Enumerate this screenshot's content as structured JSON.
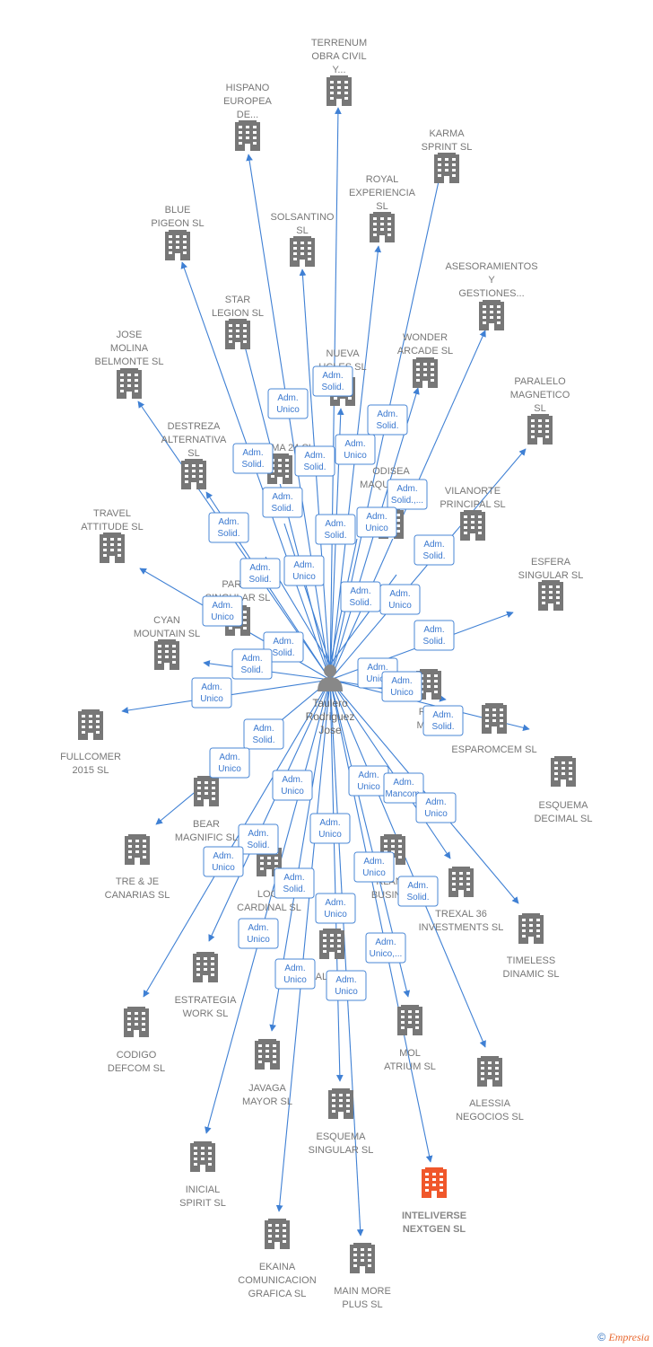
{
  "center": {
    "label_lines": [
      "Taulero",
      "Rodriguez",
      "Jose"
    ],
    "icon": "person-icon"
  },
  "colors": {
    "edge": "#3f80d4",
    "building": "#777777",
    "highlight": "#f0572b"
  },
  "companies": [
    {
      "id": "terrenum",
      "lines": [
        "TERRENUM",
        "OBRA CIVIL",
        "Y..."
      ]
    },
    {
      "id": "hispano",
      "lines": [
        "HISPANO",
        "EUROPEA",
        "DE..."
      ]
    },
    {
      "id": "karma",
      "lines": [
        "KARMA",
        "SPRINT  SL"
      ]
    },
    {
      "id": "royal",
      "lines": [
        "ROYAL",
        "EXPERIENCIA",
        "SL"
      ]
    },
    {
      "id": "blue",
      "lines": [
        "BLUE",
        "PIGEON  SL"
      ]
    },
    {
      "id": "solsantino",
      "lines": [
        "SOLSANTINO",
        "SL"
      ]
    },
    {
      "id": "asesoramientos",
      "lines": [
        "ASESORAMIENTOS",
        "Y",
        "GESTIONES..."
      ]
    },
    {
      "id": "star",
      "lines": [
        "STAR",
        "LEGION  SL"
      ]
    },
    {
      "id": "jose",
      "lines": [
        "JOSE",
        "MOLINA",
        "BELMONTE  SL"
      ]
    },
    {
      "id": "nueva",
      "lines": [
        "NUEVA",
        "UCLES  SL"
      ]
    },
    {
      "id": "wonder",
      "lines": [
        "WONDER",
        "ARCADE  SL"
      ]
    },
    {
      "id": "paralelo",
      "lines": [
        "PARALELO",
        "MAGNETICO",
        "SL"
      ]
    },
    {
      "id": "destreza",
      "lines": [
        "DESTREZA",
        "ALTERNATIVA",
        "SL"
      ]
    },
    {
      "id": "plasma",
      "lines": [
        "PLASMA 24 SL"
      ]
    },
    {
      "id": "odisea",
      "lines": [
        "ODISEA",
        "MAQUINARIA"
      ]
    },
    {
      "id": "vilanorte",
      "lines": [
        "VILANORTE",
        "PRINCIPAL  SL"
      ]
    },
    {
      "id": "travel",
      "lines": [
        "TRAVEL",
        "ATTITUDE  SL"
      ]
    },
    {
      "id": "esfera",
      "lines": [
        "ESFERA",
        "SINGULAR  SL"
      ]
    },
    {
      "id": "parasing",
      "lines": [
        "PARAL",
        "SINGULAR  SL"
      ]
    },
    {
      "id": "cyan",
      "lines": [
        "CYAN",
        "MOUNTAIN  SL"
      ]
    },
    {
      "id": "real",
      "lines": [
        "REA",
        "MAKI"
      ]
    },
    {
      "id": "esparomcem",
      "lines": [
        "ESPAROMCEM SL"
      ]
    },
    {
      "id": "fullcomer",
      "lines": [
        "FULLCOMER",
        "2015  SL"
      ]
    },
    {
      "id": "esquemadec",
      "lines": [
        "ESQUEMA",
        "DECIMAL  SL"
      ]
    },
    {
      "id": "bear",
      "lines": [
        "BEAR",
        "MAGNIFIC  SL"
      ]
    },
    {
      "id": "trejje",
      "lines": [
        "TRE & JE",
        "CANARIAS  SL"
      ]
    },
    {
      "id": "logi",
      "lines": [
        "LOGI",
        "CARDINAL  SL"
      ]
    },
    {
      "id": "businesland",
      "lines": [
        "RLAND",
        "BUSINES"
      ]
    },
    {
      "id": "trexal",
      "lines": [
        "TREXAL 36",
        "INVESTMENTS SL"
      ]
    },
    {
      "id": "timeless",
      "lines": [
        "TIMELESS",
        "DINAMIC  SL"
      ]
    },
    {
      "id": "estrategia",
      "lines": [
        "ESTRATEGIA",
        "WORK  SL"
      ]
    },
    {
      "id": "alcar",
      "lines": [
        "ALCAR"
      ]
    },
    {
      "id": "codigo",
      "lines": [
        "CODIGO",
        "DEFCOM  SL"
      ]
    },
    {
      "id": "mol",
      "lines": [
        "MOL",
        "ATRIUM  SL"
      ]
    },
    {
      "id": "javaga",
      "lines": [
        "JAVAGA",
        "MAYOR  SL"
      ]
    },
    {
      "id": "alessia",
      "lines": [
        "ALESSIA",
        "NEGOCIOS  SL"
      ]
    },
    {
      "id": "esquemasing",
      "lines": [
        "ESQUEMA",
        "SINGULAR  SL"
      ]
    },
    {
      "id": "inicial",
      "lines": [
        "INICIAL",
        "SPIRIT  SL"
      ]
    },
    {
      "id": "inteliverse",
      "lines": [
        "INTELIVERSE",
        "NEXTGEN  SL"
      ],
      "highlight": true
    },
    {
      "id": "ekaina",
      "lines": [
        "EKAINA",
        "COMUNICACION",
        "GRAFICA  SL"
      ]
    },
    {
      "id": "mainmore",
      "lines": [
        "MAIN MORE",
        "PLUS  SL"
      ]
    }
  ],
  "badges": [
    {
      "id": "b1",
      "lines": [
        "Adm.",
        "Unico"
      ]
    },
    {
      "id": "b2",
      "lines": [
        "Adm.",
        "Solid."
      ]
    },
    {
      "id": "b3",
      "lines": [
        "Adm.",
        "Solid."
      ]
    },
    {
      "id": "b4",
      "lines": [
        "Adm.",
        "Unico"
      ]
    },
    {
      "id": "b5",
      "lines": [
        "Adm.",
        "Solid."
      ]
    },
    {
      "id": "b6",
      "lines": [
        "Adm.",
        "Solid."
      ]
    },
    {
      "id": "b7",
      "lines": [
        "Adm.",
        "Solid."
      ]
    },
    {
      "id": "b8",
      "lines": [
        "Adm.",
        "Solid.,..."
      ]
    },
    {
      "id": "b9",
      "lines": [
        "Adm.",
        "Solid."
      ]
    },
    {
      "id": "b10",
      "lines": [
        "Adm.",
        "Solid."
      ]
    },
    {
      "id": "b11",
      "lines": [
        "Adm.",
        "Unico"
      ]
    },
    {
      "id": "b12",
      "lines": [
        "Adm.",
        "Solid."
      ]
    },
    {
      "id": "b13",
      "lines": [
        "Adm.",
        "Solid."
      ]
    },
    {
      "id": "b14",
      "lines": [
        "Adm.",
        "Unico"
      ]
    },
    {
      "id": "b15",
      "lines": [
        "Adm.",
        "Solid."
      ]
    },
    {
      "id": "b16",
      "lines": [
        "Adm.",
        "Unico"
      ]
    },
    {
      "id": "b17",
      "lines": [
        "Adm.",
        "Unico"
      ]
    },
    {
      "id": "b18",
      "lines": [
        "Adm.",
        "Solid."
      ]
    },
    {
      "id": "b19",
      "lines": [
        "Adm.",
        "Solid."
      ]
    },
    {
      "id": "b20",
      "lines": [
        "Adm.",
        "Solid."
      ]
    },
    {
      "id": "b21",
      "lines": [
        "Adm.",
        "Unico"
      ]
    },
    {
      "id": "b22",
      "lines": [
        "Adm.",
        "Unico"
      ]
    },
    {
      "id": "b23",
      "lines": [
        "Adm.",
        "Unico"
      ]
    },
    {
      "id": "b24",
      "lines": [
        "Adm.",
        "Solid."
      ]
    },
    {
      "id": "b25",
      "lines": [
        "Adm.",
        "Solid."
      ]
    },
    {
      "id": "b26",
      "lines": [
        "Adm.",
        "Unico"
      ]
    },
    {
      "id": "b27",
      "lines": [
        "Adm.",
        "Unico"
      ]
    },
    {
      "id": "b28",
      "lines": [
        "Adm.",
        "Unico"
      ]
    },
    {
      "id": "b29",
      "lines": [
        "Adm.",
        "Mancom."
      ]
    },
    {
      "id": "b30",
      "lines": [
        "Adm.",
        "Unico"
      ]
    },
    {
      "id": "b31",
      "lines": [
        "Adm.",
        "Solid."
      ]
    },
    {
      "id": "b32",
      "lines": [
        "Adm.",
        "Unico"
      ]
    },
    {
      "id": "b33",
      "lines": [
        "Adm.",
        "Unico"
      ]
    },
    {
      "id": "b34",
      "lines": [
        "Adm.",
        "Unico"
      ]
    },
    {
      "id": "b35",
      "lines": [
        "Adm.",
        "Solid."
      ]
    },
    {
      "id": "b36",
      "lines": [
        "Adm.",
        "Solid."
      ]
    },
    {
      "id": "b37",
      "lines": [
        "Adm.",
        "Unico"
      ]
    },
    {
      "id": "b38",
      "lines": [
        "Adm.",
        "Unico"
      ]
    },
    {
      "id": "b39",
      "lines": [
        "Adm.",
        "Unico,..."
      ]
    },
    {
      "id": "b40",
      "lines": [
        "Adm.",
        "Unico"
      ]
    },
    {
      "id": "b41",
      "lines": [
        "Adm.",
        "Unico"
      ]
    }
  ],
  "footer": {
    "copyright": "©",
    "brand": "Empresia"
  }
}
